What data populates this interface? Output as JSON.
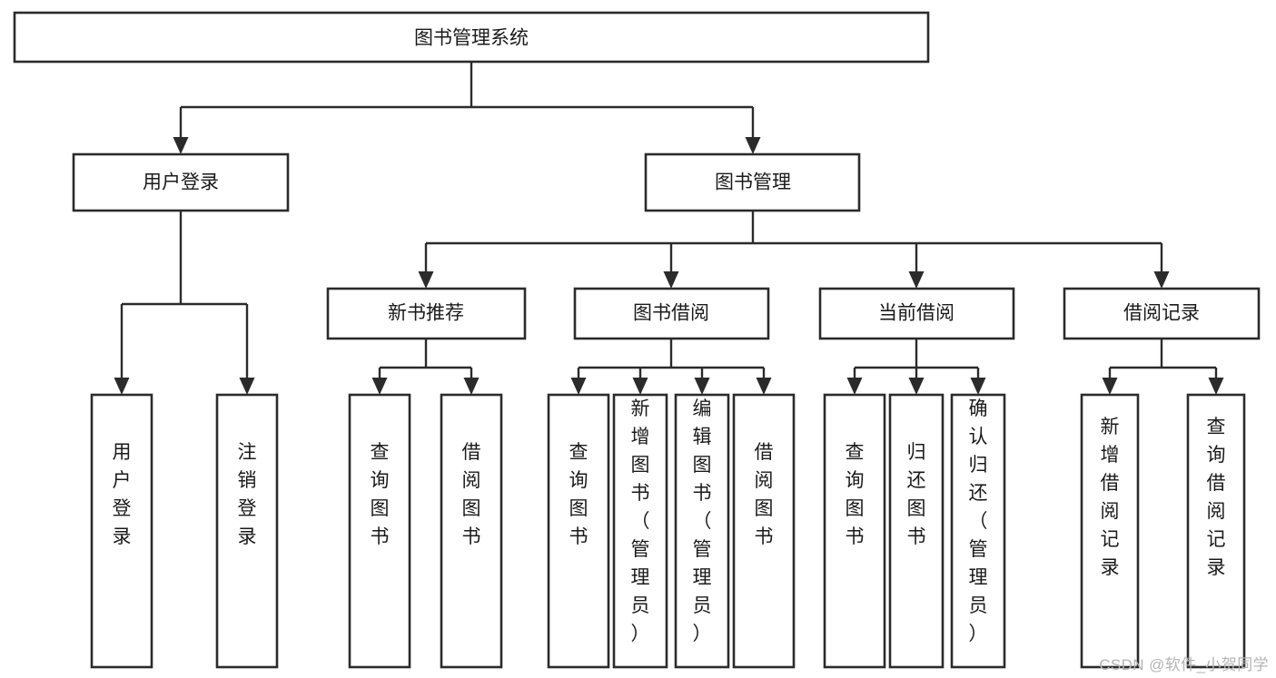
{
  "diagram": {
    "type": "tree-hierarchy",
    "title": "图书管理系统",
    "orientation": "top-down",
    "watermark": "CSDN @软件_小贺同学",
    "nodes": {
      "root": {
        "label": "图书管理系统"
      },
      "level2": [
        {
          "id": "user-login",
          "label": "用户登录"
        },
        {
          "id": "book-manage",
          "label": "图书管理"
        }
      ],
      "level3": [
        {
          "id": "new-book-recommend",
          "label": "新书推荐",
          "parent": "book-manage"
        },
        {
          "id": "book-borrow",
          "label": "图书借阅",
          "parent": "book-manage"
        },
        {
          "id": "current-borrow",
          "label": "当前借阅",
          "parent": "book-manage"
        },
        {
          "id": "borrow-record",
          "label": "借阅记录",
          "parent": "book-manage"
        }
      ],
      "leaves": [
        {
          "id": "leaf-user-login",
          "label": "用户登录",
          "parent": "user-login"
        },
        {
          "id": "leaf-user-logout",
          "label": "注销登录",
          "parent": "user-login"
        },
        {
          "id": "leaf-query-book-1",
          "label": "查询图书",
          "parent": "new-book-recommend"
        },
        {
          "id": "leaf-borrow-book-1",
          "label": "借阅图书",
          "parent": "new-book-recommend"
        },
        {
          "id": "leaf-query-book-2",
          "label": "查询图书",
          "parent": "book-borrow"
        },
        {
          "id": "leaf-add-book",
          "label": "新增图书（管理员）",
          "parent": "book-borrow"
        },
        {
          "id": "leaf-edit-book",
          "label": "编辑图书（管理员）",
          "parent": "book-borrow"
        },
        {
          "id": "leaf-borrow-book-2",
          "label": "借阅图书",
          "parent": "book-borrow"
        },
        {
          "id": "leaf-query-book-3",
          "label": "查询图书",
          "parent": "current-borrow"
        },
        {
          "id": "leaf-return-book",
          "label": "归还图书",
          "parent": "current-borrow"
        },
        {
          "id": "leaf-confirm-return",
          "label": "确认归还（管理员）",
          "parent": "current-borrow"
        },
        {
          "id": "leaf-add-record",
          "label": "新增借阅记录",
          "parent": "borrow-record"
        },
        {
          "id": "leaf-query-record",
          "label": "查询借阅记录",
          "parent": "borrow-record"
        }
      ]
    },
    "colors": {
      "box_stroke": "#2b2b2b",
      "box_fill": "#ffffff",
      "connector": "#2b2b2b",
      "text": "#1a1a1a",
      "watermark": "#b4b4b4",
      "background": "#ffffff"
    }
  }
}
